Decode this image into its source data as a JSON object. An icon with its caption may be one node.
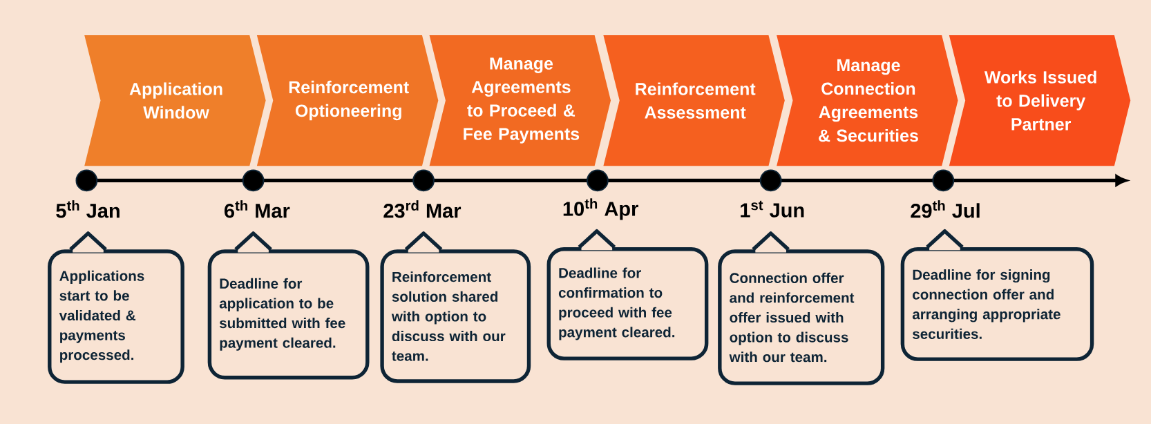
{
  "diagram": {
    "nodes": [
      {
        "text": [
          "Application Window"
        ]
      },
      {
        "text": [
          "Reinforcement Optioneering"
        ]
      },
      {
        "text": [
          "Manage Agreements to Proceed & Fee Payments"
        ]
      },
      {
        "text": [
          "Reinforcement Assessment"
        ]
      },
      {
        "text": [
          "Manage Connection Agreements & Securities"
        ]
      },
      {
        "text": [
          "Works Issued to Delivery Partner"
        ]
      },
      {
        "text": [
          "Applications start to be validated & payments processed."
        ]
      },
      {
        "text": [
          "Deadline for application to be submitted with fee payment cleared."
        ]
      },
      {
        "text": [
          "Reinforcement solution shared with option to discuss with our team."
        ]
      },
      {
        "text": [
          "Deadline for confirmation to proceed with fee payment cleared."
        ]
      },
      {
        "text": [
          "Connection offer and reinforcement offer issued with option to discuss with our team."
        ]
      },
      {
        "text": [
          "Deadline for signing connection offer and arranging appropriate securities."
        ]
      }
    ],
    "labels": [
      "5$^{th}$ Jan",
      "6$^{th}$ Mar",
      "23$^{rd}$ Mar",
      "10$^{th}$ Apr",
      "1$^{st}$ Jun",
      "29$^{th}$ Jul"
    ]
  }
}
